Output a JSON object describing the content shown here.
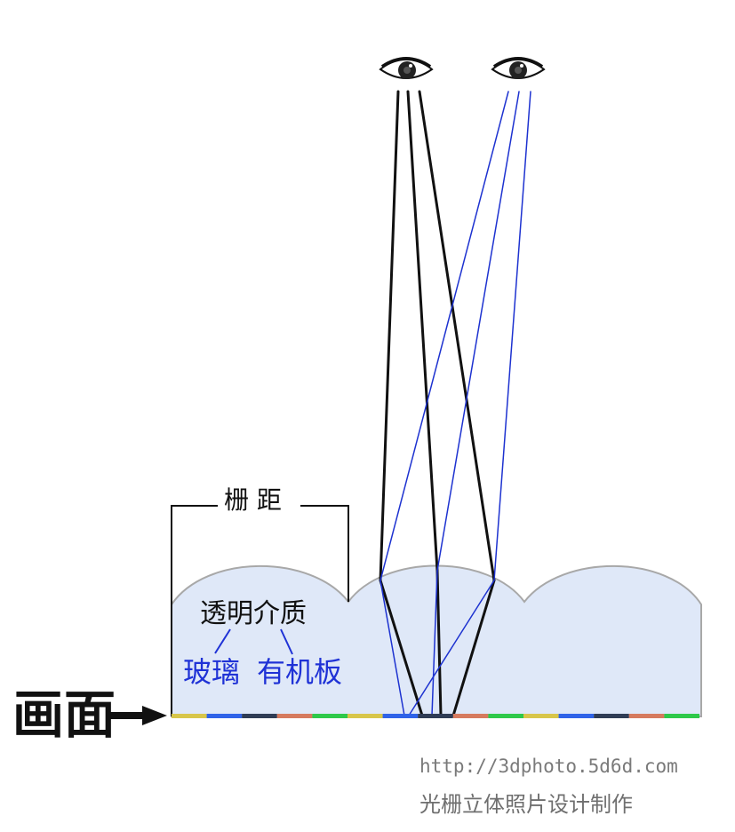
{
  "labels": {
    "pitch": "栅 距",
    "medium": "透明介质",
    "glass": "玻璃",
    "acrylic": "有机板",
    "screen": "画面"
  },
  "footer": {
    "url": "http://3dphoto.5d6d.com",
    "credit": "光栅立体照片设计制作"
  },
  "colors": {
    "lens_fill": "#dfe8f8",
    "lens_stroke": "#a8a8a8",
    "black_ray": "#111111",
    "blue_ray": "#1d32d0",
    "strip_yellow": "#d8c64a",
    "strip_blue": "#2f63e8",
    "strip_dark": "#2f3c55",
    "strip_orange": "#d67a5e",
    "strip_green": "#2ec94a"
  },
  "strip_pattern": [
    "yellow",
    "blue",
    "dark",
    "orange",
    "green"
  ]
}
